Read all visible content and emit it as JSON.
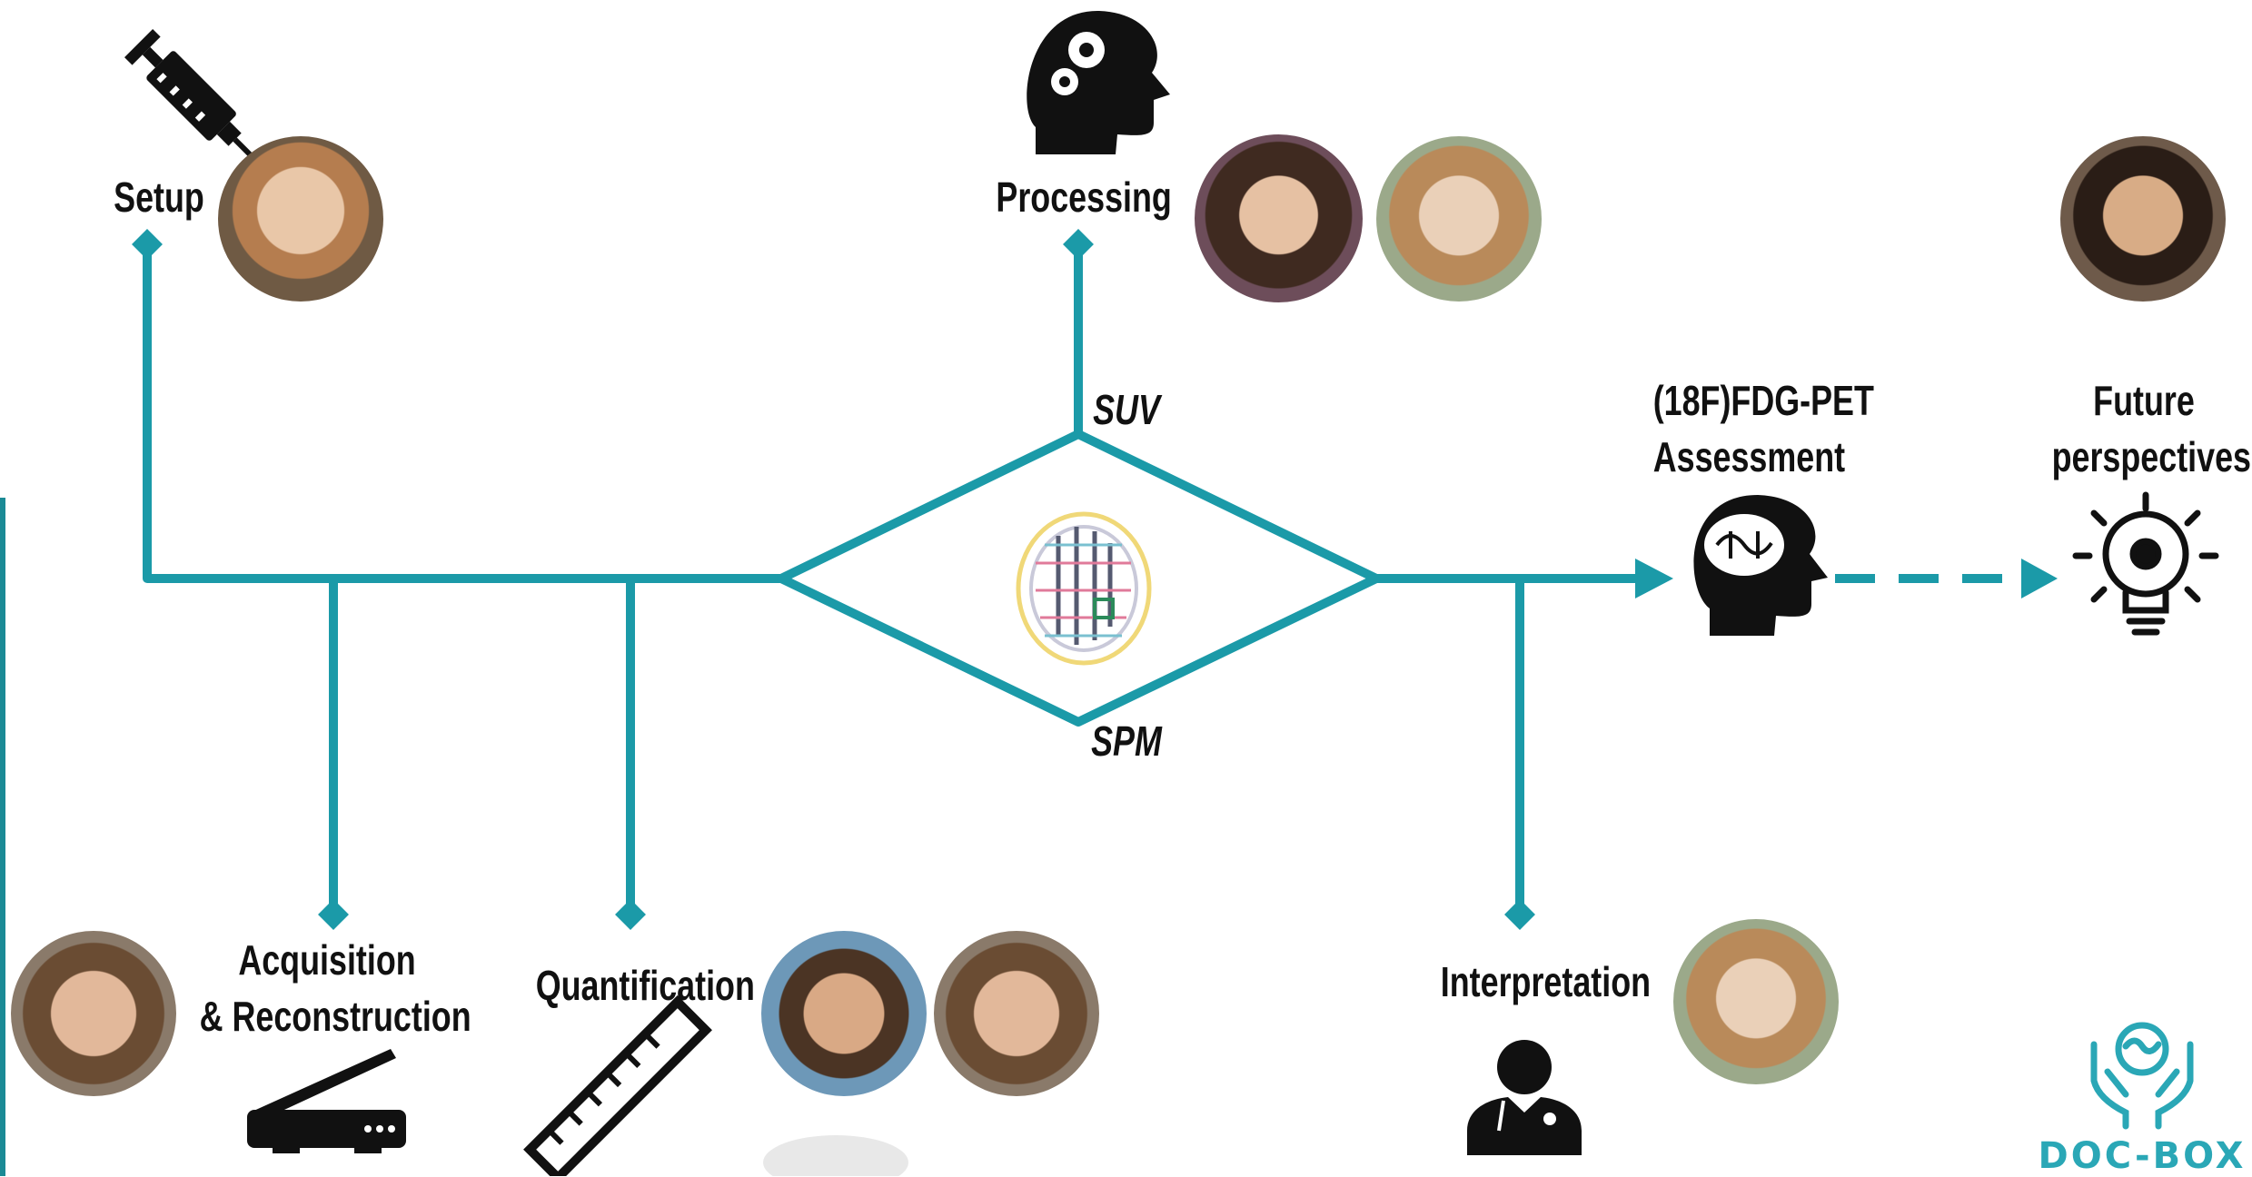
{
  "nodes": {
    "setup": "Setup",
    "processing": "Processing",
    "acquisition_line1": "Acquisition",
    "acquisition_line2": "& Reconstruction",
    "quantification": "Quantification",
    "interpretation": "Interpretation",
    "assessment_line1": "(18F)FDG-PET",
    "assessment_line2": "Assessment",
    "future_line1": "Future",
    "future_line2": "perspectives"
  },
  "branches": {
    "top": "SUV",
    "bottom": "SPM"
  },
  "brand": {
    "name": "DOC-BOX"
  },
  "colors": {
    "line": "#1b9aa8",
    "icon": "#111111",
    "brand": "#2aa7b6"
  },
  "icons": [
    "syringe-icon",
    "head-gears-icon",
    "head-brain-icon",
    "lightbulb-gear-icon",
    "scanner-icon",
    "ruler-icon",
    "doctor-icon",
    "brain-circuit-icon",
    "care-hands-icon"
  ]
}
